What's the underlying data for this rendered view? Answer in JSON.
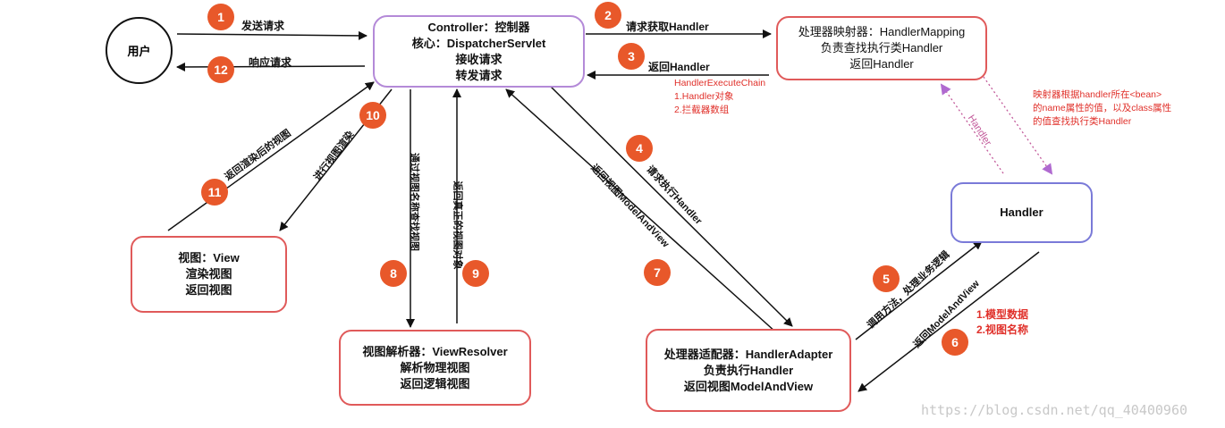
{
  "nodes": {
    "user": "用户",
    "controller": [
      "Controller：控制器",
      "核心：DispatcherServlet",
      "接收请求",
      "转发请求"
    ],
    "handler_mapping": [
      "处理器映射器：HandlerMapping",
      "负责查找执行类Handler",
      "返回Handler"
    ],
    "handler": "Handler",
    "view": [
      "视图：View",
      "渲染视图",
      "返回视图"
    ],
    "view_resolver": [
      "视图解析器：ViewResolver",
      "解析物理视图",
      "返回逻辑视图"
    ],
    "handler_adapter": [
      "处理器适配器：HandlerAdapter",
      "负责执行Handler",
      "返回视图ModelAndView"
    ]
  },
  "steps": {
    "s1": "1",
    "s2": "2",
    "s3": "3",
    "s4": "4",
    "s5": "5",
    "s6": "6",
    "s7": "7",
    "s8": "8",
    "s9": "9",
    "s10": "10",
    "s11": "11",
    "s12": "12"
  },
  "edges": {
    "send_request": "发送请求",
    "response": "响应请求",
    "request_handler": "请求获取Handler",
    "return_handler": "返回Handler",
    "execute_handler": "请求执行Handler",
    "return_mav": "返回视图ModelAndView",
    "call_method": "调用方法，处理业务逻辑",
    "return_mav_handler": "返回ModelAndView",
    "find_view": "通过视图名称查找视图",
    "return_view_obj": "返回真正的视图对象",
    "render": "进行视图渲染",
    "return_rendered": "返回渲染后的视图",
    "handler_dotted": "Handler"
  },
  "notes": {
    "execute_chain": [
      "HandlerExecuteChain",
      "1.Handler对象",
      "2.拦截器数组"
    ],
    "mapping_note": [
      "映射器根据handler所在<bean>",
      "的name属性的值，以及class属性",
      "的值查找执行类Handler"
    ],
    "model_note": [
      "1.模型数据",
      "2.视图名称"
    ]
  },
  "watermark": "https://blog.csdn.net/qq_40400960",
  "colors": {
    "badge": "#e8582a",
    "box_red": "#e05a5a",
    "box_purple": "#b48ad8",
    "box_blue": "#7a7ad8",
    "note_red": "#e0302a",
    "dotted": "#c25a9a"
  }
}
